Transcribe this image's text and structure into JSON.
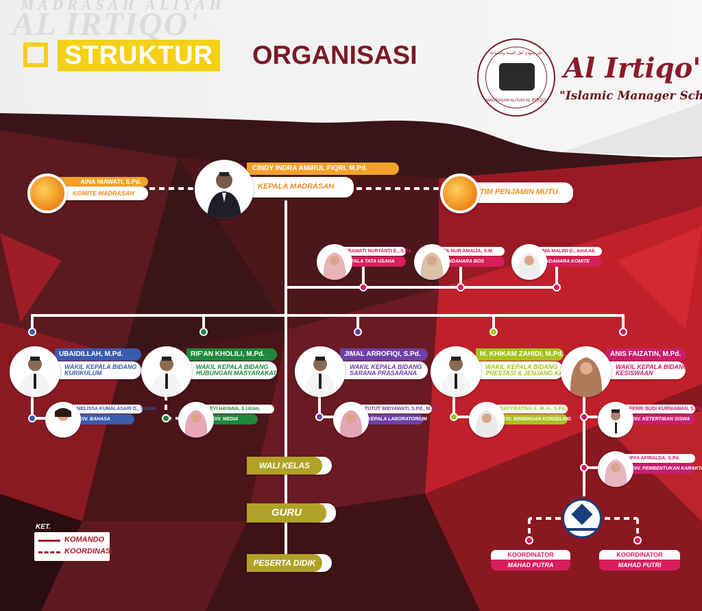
{
  "header": {
    "watermark_line1": "MADRASAH ALIYAH",
    "watermark_line2": "AL IRTIQO'",
    "title_highlight": "STRUKTUR",
    "title_rest": "ORGANISASI",
    "brand_name": "Al Irtiqo'",
    "tagline": "\"Islamic Manager School\"",
    "logo_arabic": "علي منهاج أهل السنة والجماعة",
    "logo_caption": "MADRASAH ALIYAH AL IRTIQO'"
  },
  "head": {
    "name": "CINDY INDRA AMIRUL FIQRI, M.Pd.",
    "role": "KEPALA MADRASAH"
  },
  "komite": {
    "name": "AINA NIAWATI, S.Pd.",
    "role": "KOMITE MADRASAH"
  },
  "tim_mutu": {
    "role": "TIM PENJAMIN MUTU"
  },
  "staff": [
    {
      "name": "HERAWATI NURYANTI E., S.Pd.",
      "role": "KEPALA TATA USAHA"
    },
    {
      "name": "NITA NUR AMALIA, S.M.",
      "role": "BENDAHARA BOS"
    },
    {
      "name": "HEMA MALINI D., Amd.Ak.",
      "role": "BENDAHARA KOMITE"
    }
  ],
  "wakil": [
    {
      "name": "UBAIDILLAH, M.Pd.",
      "role_l1": "WAKIL KEPALA BIDANG",
      "role_l2": "KURIKULUM",
      "color": "#3a5bb0"
    },
    {
      "name": "RIF'AN KHOLILI, M.Pd.",
      "role_l1": "WAKIL KEPALA BIDANG",
      "role_l2": "HUBUNGAN MASYARAKAT",
      "color": "#1d8a3a"
    },
    {
      "name": "JIMAL ARROFIQI, S.Pd.",
      "role_l1": "WAKIL KEPALA BIDANG",
      "role_l2": "SARANA PRASARANA",
      "color": "#6d3fa8"
    },
    {
      "name": "M. KHIKAM ZAHIDI, M.Pd.",
      "role_l1": "WAKIL KEPALA BIDANG",
      "role_l2": "PRESTASI & JENJANG KARIR",
      "color": "#a8c21e"
    },
    {
      "name": "ANIS FAIZATIN, M.Pd.",
      "role_l1": "WAKIL KEPALA BIDANG",
      "role_l2": "KESISWAAN",
      "color": "#c81e6e"
    }
  ],
  "divisi": [
    {
      "name": "MELISSA KUMALASARI D., S.Kom.",
      "role": "DIV. BAHASA",
      "color": "#3a5bb0"
    },
    {
      "name": "EVI HAYANA, S.I.Kom.",
      "role": "DIV. MEDIA",
      "color": "#1d8a3a"
    },
    {
      "name": "TUTUT WIDYAWATI, S.Pd., M.Si.",
      "role": "KEPALA LABORATORIUM",
      "color": "#6d3fa8"
    },
    {
      "name": "SAYYIDATINA K. W. H., S.Psi.",
      "role": "DIV. BIMBINGAN KONSELING",
      "color": "#a8c21e"
    },
    {
      "name": "FERRI BUDI KURNIAWAN, S.Pd.",
      "role": "DIV. KETERTIBAN SISWA",
      "color": "#c81e6e"
    },
    {
      "name": "IFFA AFIRALDA, S.Pd.",
      "role": "DIV. PEMBENTUKAN KARAKTER",
      "color": "#c81e6e"
    }
  ],
  "chain": [
    "WALI KELAS",
    "GURU",
    "PESERTA DIDIK"
  ],
  "koordinator": [
    {
      "title": "KOORDINATOR",
      "unit": "MAHAD PUTRA"
    },
    {
      "title": "KOORDINATOR",
      "unit": "MAHAD PUTRI"
    }
  ],
  "legend": {
    "title": "KET.",
    "komando": "KOMANDO",
    "koordinasi": "KOORDINASI"
  },
  "colors": {
    "maroon": "#7a1a26",
    "yellow": "#f5d018",
    "orange": "#f2a22a",
    "olive": "#b0a228",
    "pink": "#d81e5b"
  }
}
